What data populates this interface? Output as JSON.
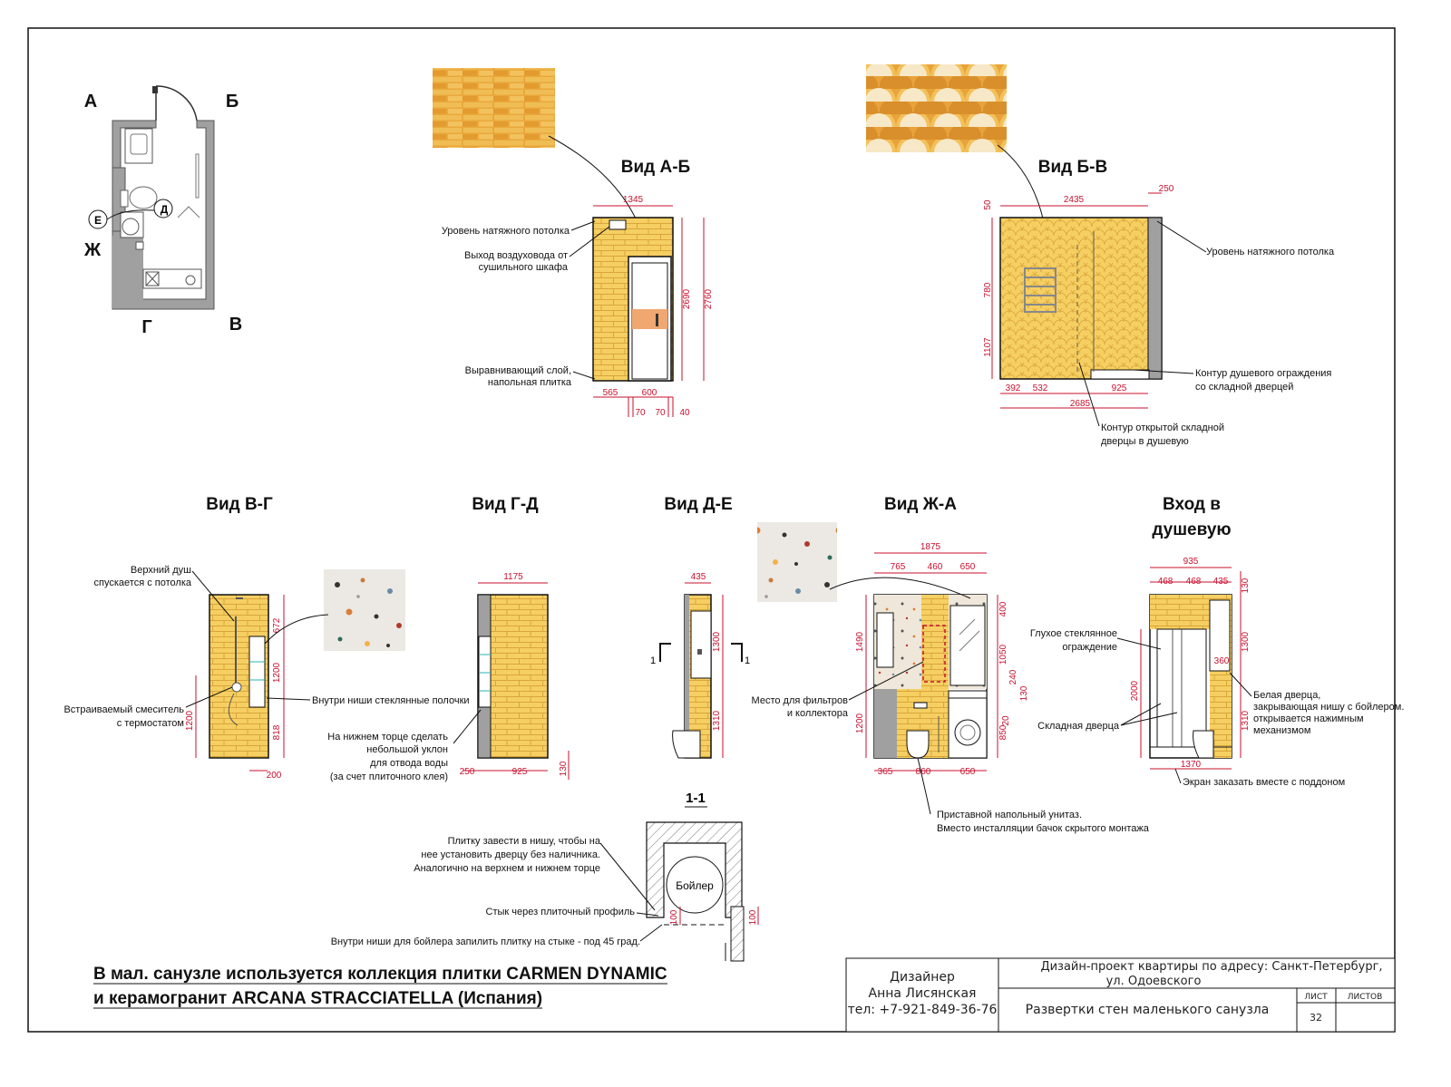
{
  "plan": {
    "labels": {
      "a": "А",
      "b": "Б",
      "v": "В",
      "g": "Г",
      "zh": "Ж",
      "e": "Е",
      "d": "Д"
    }
  },
  "views": {
    "ab": {
      "title": "Вид А-Б",
      "dims": {
        "top": "1345",
        "h1": "2690",
        "h2": "2760",
        "b1": "565",
        "b2": "600",
        "b3": "70",
        "b4": "70",
        "b5": "40"
      },
      "notes": {
        "ceiling": "Уровень натяжного потолка",
        "duct1": "Выход воздуховода от",
        "duct2": "сушильного шкафа",
        "layer1": "Выравнивающий слой,",
        "layer2": "напольная плитка"
      }
    },
    "bv": {
      "title": "Вид Б-В",
      "dims": {
        "top": "2435",
        "top2": "250",
        "left_top": "50",
        "left1": "780",
        "left2": "1107",
        "b1": "392",
        "b2": "532",
        "b3": "925",
        "b4": "2685"
      },
      "notes": {
        "ceiling": "Уровень натяжного потолка",
        "shower1": "Контур душевого ограждения",
        "shower2": "со складной дверцей",
        "door1": "Контур открытой складной",
        "door2": "дверцы в душевую"
      }
    },
    "vg": {
      "title": "Вид В-Г",
      "dims": {
        "r1": "672",
        "r2": "1200",
        "r3": "818",
        "l1": "1200",
        "b1": "200"
      },
      "notes": {
        "shower1": "Верхний душ",
        "shower2": "спускается с потолка",
        "mixer1": "Встраиваемый смеситель",
        "mixer2": "с термостатом",
        "shelves": "Внутри ниши стеклянные полочки"
      }
    },
    "gd": {
      "title": "Вид Г-Д",
      "dims": {
        "top": "1175",
        "b1": "250",
        "b2": "925",
        "b3": "130"
      },
      "notes": {
        "s1": "На нижнем торце сделать",
        "s2": "небольшой уклон",
        "s3": "для отвода воды",
        "s4": "(за счет плиточного клея)"
      }
    },
    "de": {
      "title": "Вид Д-Е",
      "dims": {
        "top": "435",
        "r1": "1300",
        "r2": "1310"
      },
      "cut": {
        "l": "1",
        "r": "1"
      }
    },
    "zha": {
      "title": "Вид Ж-А",
      "dims": {
        "top": "1875",
        "t1": "765",
        "t2": "460",
        "t3": "650",
        "l1": "1490",
        "l2": "1200",
        "r1": "400",
        "r2": "1050",
        "r3": "240",
        "r4": "130",
        "r5": "20",
        "r6": "850",
        "b1": "365",
        "b2": "860",
        "b3": "650"
      },
      "notes": {
        "f1": "Место для фильтров",
        "f2": "и коллектора",
        "wc1": "Приставной напольный унитаз.",
        "wc2": "Вместо инсталляции бачок скрытого монтажа"
      }
    },
    "entry": {
      "title1": "Вход в",
      "title2": "душевую",
      "dims": {
        "top": "935",
        "t1": "468",
        "t2": "468",
        "t3": "435",
        "t4": "130",
        "r1": "1300",
        "r2": "1310",
        "l1": "2000",
        "mid": "360",
        "bottom": "1370"
      },
      "notes": {
        "g1": "Глухое стеклянное",
        "g2": "ограждение",
        "fold": "Складная дверца",
        "w1": "Белая дверца,",
        "w2": "закрывающая нишу с бойлером.",
        "w3": "открывается нажимным",
        "w4": "механизмом",
        "screen": "Экран заказать вместе с поддоном"
      }
    },
    "section": {
      "title": "1-1",
      "boiler": "Бойлер",
      "dims": {
        "d1": "100",
        "d2": "100"
      },
      "notes": {
        "n1": "Плитку завести в нишу, чтобы на",
        "n2": "нее установить дверцу без наличника.",
        "n3": "Аналогично на верхнем и нижнем торце",
        "joint": "Стык через плиточный профиль",
        "bevel": "Внутри ниши для бойлера запилить плитку на стыке - под 45 град."
      }
    }
  },
  "footer": {
    "line1": "В мал. санузле используется коллекция плитки CARMEN DYNAMIC",
    "line2": "и керамогранит ARCANA STRACCIATELLA (Испания)"
  },
  "stamp": {
    "designer1": "Дизайнер",
    "designer2": "Анна Лисянская",
    "phone": "тел: +7-921-849-36-76",
    "project1": "Дизайн-проект квартиры по адресу: Санкт-Петербург,",
    "project2": "ул. Одоевского",
    "sheet_title": "Развертки стен маленького санузла",
    "list_label": "ЛИСТ",
    "lists_label": "ЛИСТОВ",
    "list_num": "32"
  },
  "colors": {
    "tile": "#f6cf62",
    "tile_line": "#d9a63a",
    "dim": "#c8102e",
    "wall": "#9a9a9a",
    "door": "#f0a770"
  }
}
